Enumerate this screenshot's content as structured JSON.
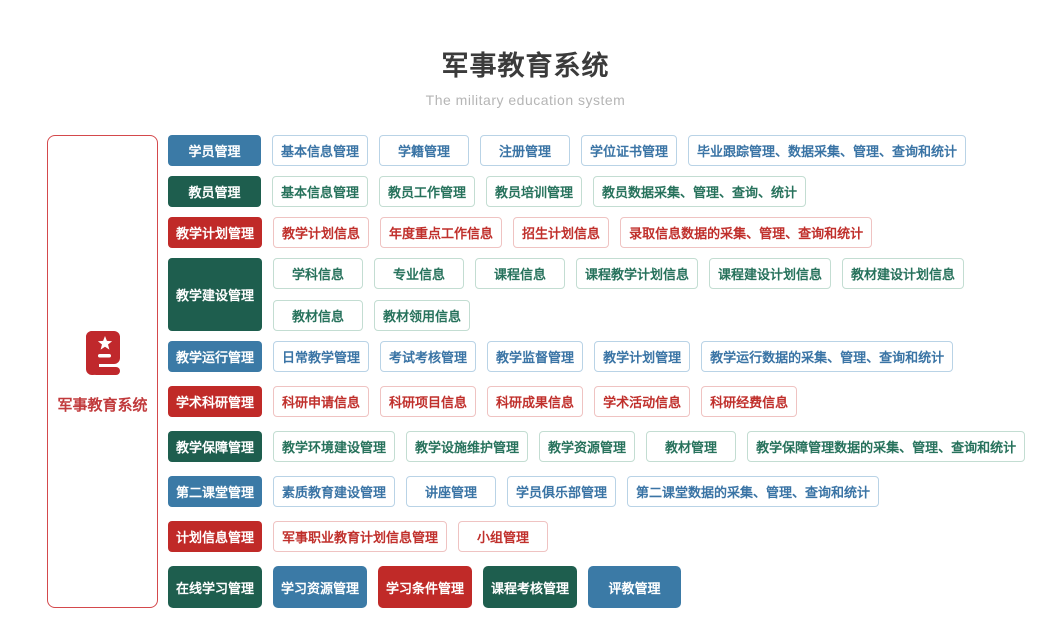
{
  "header": {
    "title": "军事教育系统",
    "subtitle": "The military education system"
  },
  "sidebar": {
    "label": "军事教育系统",
    "icon": "book-star-icon",
    "accent": "#c0282c",
    "border_color": "#d4494c"
  },
  "colors": {
    "blue": {
      "solid": "#3b7aa6",
      "text": "#3a74a5",
      "border": "#b9d3e6"
    },
    "green": {
      "solid": "#1e5e4e",
      "text": "#27725c",
      "border": "#c3ddd2"
    },
    "red": {
      "solid": "#c02a28",
      "text": "#c0302c",
      "border": "#efc3c2"
    }
  },
  "rows": [
    {
      "category": {
        "label": "学员管理",
        "color": "blue"
      },
      "lines": [
        [
          {
            "label": "基本信息管理",
            "color": "blue",
            "variant": "outline"
          },
          {
            "label": "学籍管理",
            "color": "blue",
            "variant": "outline"
          },
          {
            "label": "注册管理",
            "color": "blue",
            "variant": "outline"
          },
          {
            "label": "学位证书管理",
            "color": "blue",
            "variant": "outline"
          },
          {
            "label": "毕业跟踪管理、数据采集、管理、查询和统计",
            "color": "blue",
            "variant": "outline"
          }
        ]
      ]
    },
    {
      "category": {
        "label": "教员管理",
        "color": "green"
      },
      "lines": [
        [
          {
            "label": "基本信息管理",
            "color": "green",
            "variant": "outline"
          },
          {
            "label": "教员工作管理",
            "color": "green",
            "variant": "outline"
          },
          {
            "label": "教员培训管理",
            "color": "green",
            "variant": "outline"
          },
          {
            "label": "教员数据采集、管理、查询、统计",
            "color": "green",
            "variant": "outline"
          }
        ]
      ]
    },
    {
      "category": {
        "label": "教学计划管理",
        "color": "red"
      },
      "lines": [
        [
          {
            "label": "教学计划信息",
            "color": "red",
            "variant": "outline"
          },
          {
            "label": "年度重点工作信息",
            "color": "red",
            "variant": "outline"
          },
          {
            "label": "招生计划信息",
            "color": "red",
            "variant": "outline"
          },
          {
            "label": "录取信息数据的采集、管理、查询和统计",
            "color": "red",
            "variant": "outline"
          }
        ]
      ]
    },
    {
      "category": {
        "label": "教学建设管理",
        "color": "green"
      },
      "lines": [
        [
          {
            "label": "学科信息",
            "color": "green",
            "variant": "outline"
          },
          {
            "label": "专业信息",
            "color": "green",
            "variant": "outline"
          },
          {
            "label": "课程信息",
            "color": "green",
            "variant": "outline"
          },
          {
            "label": "课程教学计划信息",
            "color": "green",
            "variant": "outline"
          },
          {
            "label": "课程建设计划信息",
            "color": "green",
            "variant": "outline"
          },
          {
            "label": "教材建设计划信息",
            "color": "green",
            "variant": "outline"
          }
        ],
        [
          {
            "label": "教材信息",
            "color": "green",
            "variant": "outline"
          },
          {
            "label": "教材领用信息",
            "color": "green",
            "variant": "outline"
          }
        ]
      ]
    },
    {
      "category": {
        "label": "教学运行管理",
        "color": "blue"
      },
      "lines": [
        [
          {
            "label": "日常教学管理",
            "color": "blue",
            "variant": "outline"
          },
          {
            "label": "考试考核管理",
            "color": "blue",
            "variant": "outline"
          },
          {
            "label": "教学监督管理",
            "color": "blue",
            "variant": "outline"
          },
          {
            "label": "教学计划管理",
            "color": "blue",
            "variant": "outline"
          },
          {
            "label": "教学运行数据的采集、管理、查询和统计",
            "color": "blue",
            "variant": "outline"
          }
        ]
      ]
    },
    {
      "category": {
        "label": "学术科研管理",
        "color": "red"
      },
      "lines": [
        [
          {
            "label": "科研申请信息",
            "color": "red",
            "variant": "outline"
          },
          {
            "label": "科研项目信息",
            "color": "red",
            "variant": "outline"
          },
          {
            "label": "科研成果信息",
            "color": "red",
            "variant": "outline"
          },
          {
            "label": "学术活动信息",
            "color": "red",
            "variant": "outline"
          },
          {
            "label": "科研经费信息",
            "color": "red",
            "variant": "outline"
          }
        ]
      ]
    },
    {
      "category": {
        "label": "教学保障管理",
        "color": "green"
      },
      "lines": [
        [
          {
            "label": "教学环境建设管理",
            "color": "green",
            "variant": "outline"
          },
          {
            "label": "教学设施维护管理",
            "color": "green",
            "variant": "outline"
          },
          {
            "label": "教学资源管理",
            "color": "green",
            "variant": "outline"
          },
          {
            "label": "教材管理",
            "color": "green",
            "variant": "outline"
          },
          {
            "label": "教学保障管理数据的采集、管理、查询和统计",
            "color": "green",
            "variant": "outline"
          }
        ]
      ]
    },
    {
      "category": {
        "label": "第二课堂管理",
        "color": "blue"
      },
      "lines": [
        [
          {
            "label": "素质教育建设管理",
            "color": "blue",
            "variant": "outline"
          },
          {
            "label": "讲座管理",
            "color": "blue",
            "variant": "outline"
          },
          {
            "label": "学员俱乐部管理",
            "color": "blue",
            "variant": "outline"
          },
          {
            "label": "第二课堂数据的采集、管理、查询和统计",
            "color": "blue",
            "variant": "outline"
          }
        ]
      ]
    },
    {
      "category": {
        "label": "计划信息管理",
        "color": "red"
      },
      "lines": [
        [
          {
            "label": "军事职业教育计划信息管理",
            "color": "red",
            "variant": "outline"
          },
          {
            "label": "小组管理",
            "color": "red",
            "variant": "outline"
          }
        ]
      ]
    },
    {
      "category": {
        "label": "在线学习管理",
        "color": "green"
      },
      "size": "large",
      "lines": [
        [
          {
            "label": "学习资源管理",
            "color": "blue",
            "variant": "solid"
          },
          {
            "label": "学习条件管理",
            "color": "red",
            "variant": "solid"
          },
          {
            "label": "课程考核管理",
            "color": "green",
            "variant": "solid"
          },
          {
            "label": "评教管理",
            "color": "blue",
            "variant": "solid"
          }
        ]
      ]
    }
  ]
}
